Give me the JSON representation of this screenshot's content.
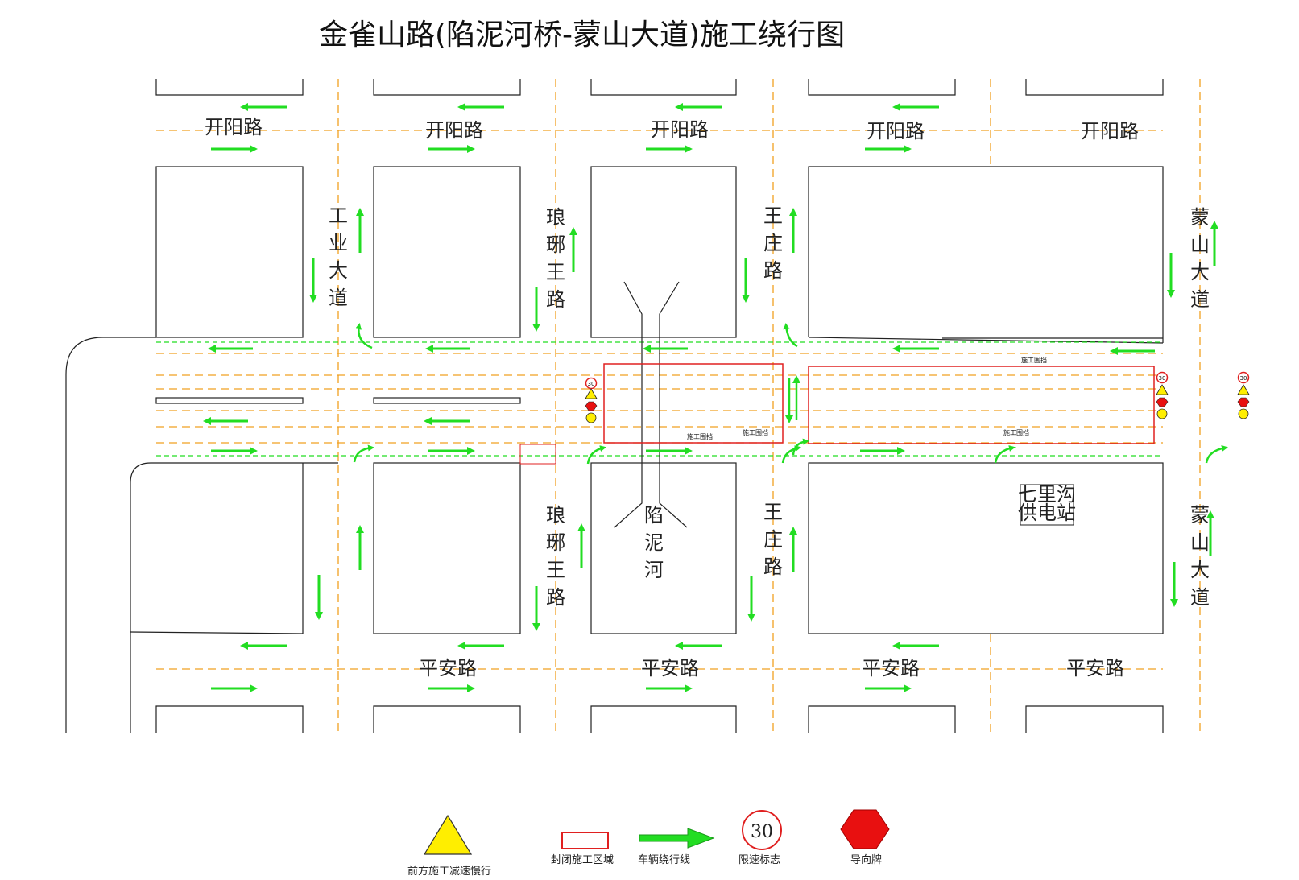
{
  "title": "金雀山路(陷泥河桥-蒙山大道)施工绕行图",
  "roads": {
    "kaiyang": "开阳路",
    "pingan": "平安路",
    "gongye": "工业大道",
    "langyawang": "琅琊王路",
    "wangzhuang": "王庄路",
    "mengshan": "蒙山大道"
  },
  "river": "陷泥河",
  "substation": [
    "七里沟",
    "供电站"
  ],
  "work_fence_label": "施工围挡",
  "speed_limit_value": "30",
  "colors": {
    "detour_arrow": "#22dd22",
    "closure_border": "#e02020",
    "lane_line": "#f0a020",
    "warning_yellow": "#ffee00",
    "guide_red": "#e81010"
  },
  "legend": [
    {
      "icon": "warning-triangle-icon",
      "label": "前方施工减速慢行"
    },
    {
      "icon": "closure-box-icon",
      "label": "封闭施工区域"
    },
    {
      "icon": "detour-arrow-icon",
      "label": "车辆绕行线"
    },
    {
      "icon": "speed-limit-icon",
      "label": "限速标志"
    },
    {
      "icon": "guide-sign-icon",
      "label": "导向牌"
    }
  ]
}
